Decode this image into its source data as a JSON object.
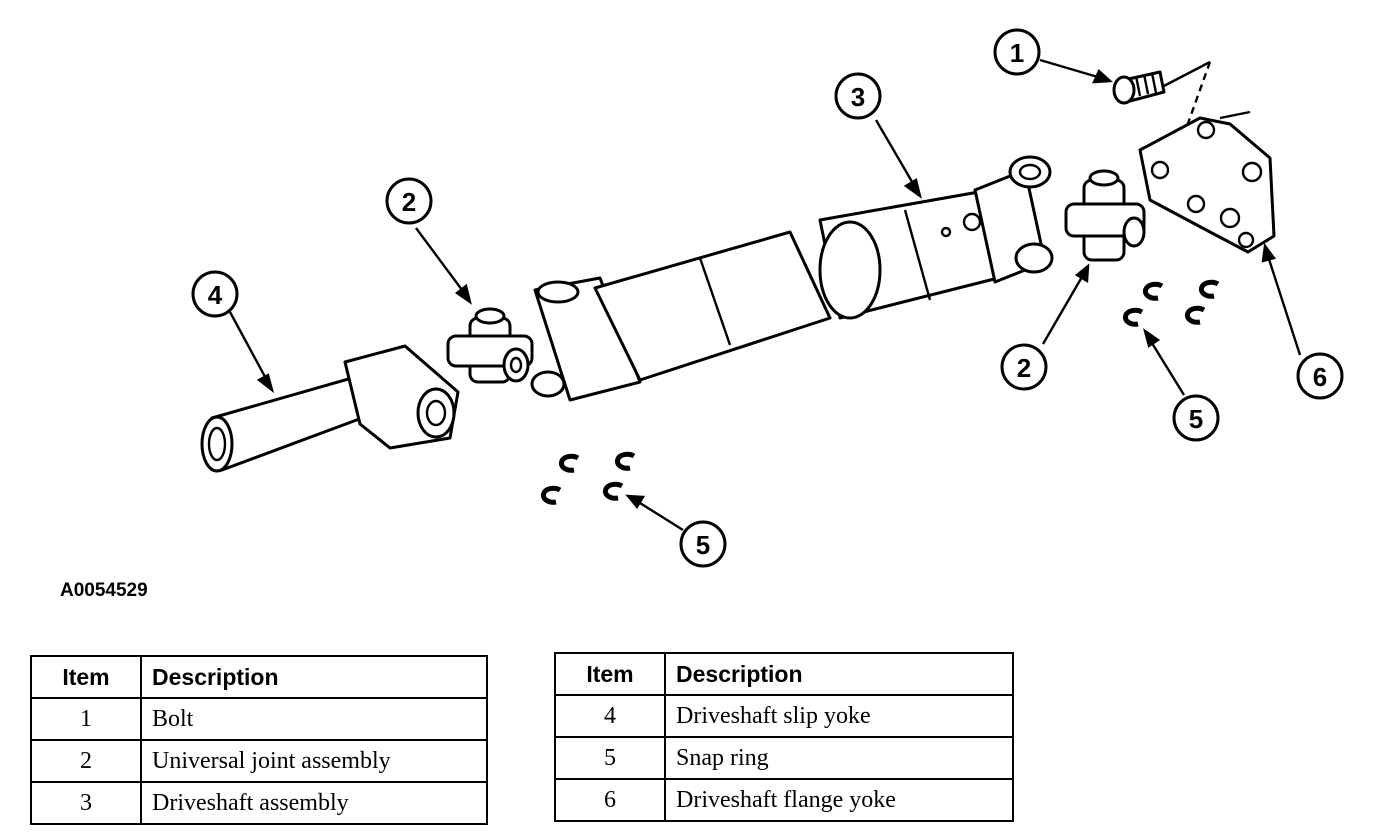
{
  "figure_id": "A0054529",
  "callouts": {
    "c1": "1",
    "c2_left": "2",
    "c2_right": "2",
    "c3": "3",
    "c4": "4",
    "c5_left": "5",
    "c5_right": "5",
    "c6": "6"
  },
  "legend_left": {
    "header_item": "Item",
    "header_desc": "Description",
    "rows": [
      {
        "item": "1",
        "desc": "Bolt"
      },
      {
        "item": "2",
        "desc": "Universal joint assembly"
      },
      {
        "item": "3",
        "desc": "Driveshaft assembly"
      }
    ]
  },
  "legend_right": {
    "header_item": "Item",
    "header_desc": "Description",
    "rows": [
      {
        "item": "4",
        "desc": "Driveshaft slip yoke"
      },
      {
        "item": "5",
        "desc": "Snap ring"
      },
      {
        "item": "6",
        "desc": "Driveshaft flange yoke"
      }
    ]
  }
}
